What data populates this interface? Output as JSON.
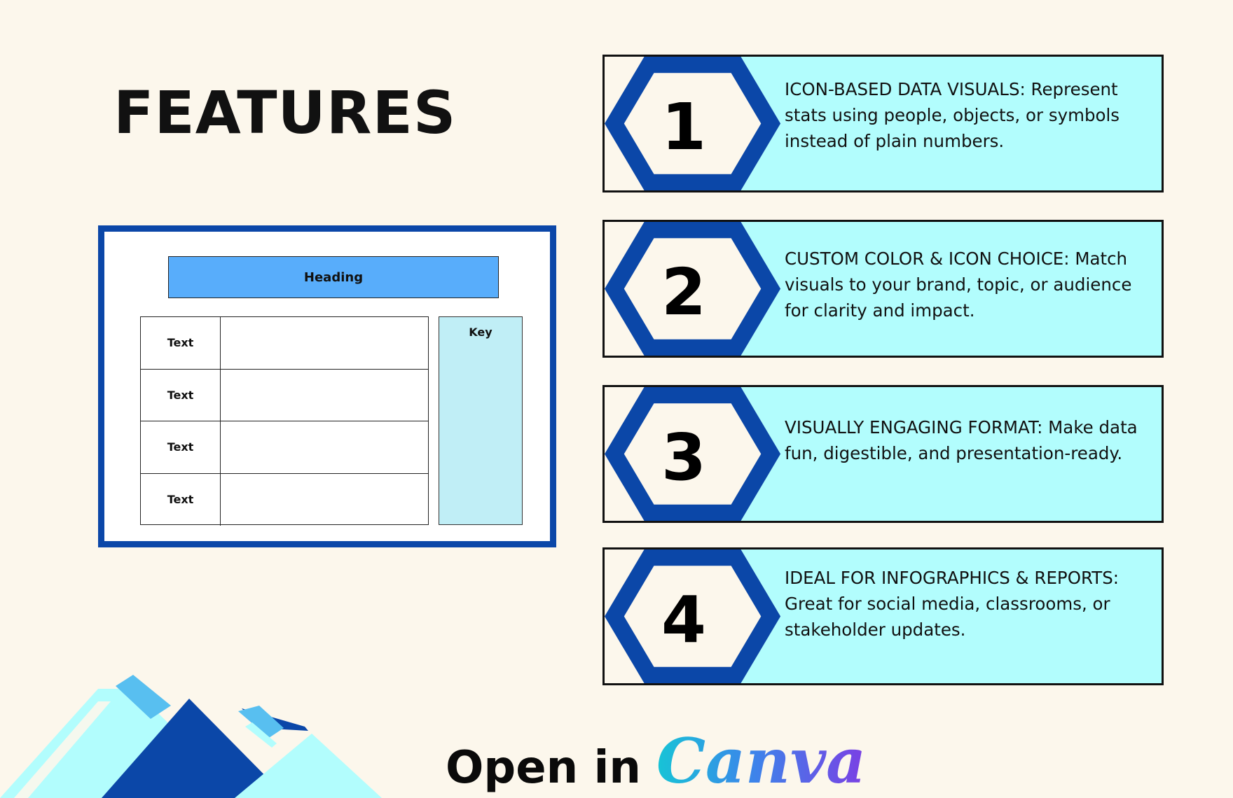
{
  "page": {
    "title": "FEATURES"
  },
  "preview": {
    "heading": "Heading",
    "rows": [
      "Text",
      "Text",
      "Text",
      "Text"
    ],
    "key_label": "Key"
  },
  "features": [
    {
      "number": "1",
      "text": "ICON-BASED DATA VISUALS: Represent stats using people, objects, or symbols instead of plain numbers."
    },
    {
      "number": "2",
      "text": "CUSTOM COLOR & ICON CHOICE: Match visuals to your brand, topic, or audience for clarity and impact."
    },
    {
      "number": "3",
      "text": "VISUALLY ENGAGING FORMAT: Make data fun, digestible, and presentation-ready."
    },
    {
      "number": "4",
      "text": "IDEAL FOR INFOGRAPHICS & REPORTS:  Great for social media, classrooms, or stakeholder updates."
    }
  ],
  "cta": {
    "prefix": "Open in",
    "brand": "Canva"
  },
  "colors": {
    "background": "#fcf7ec",
    "accent_blue": "#0b47a8",
    "light_cyan": "#b2fdfd",
    "heading_blue": "#58adfb"
  }
}
